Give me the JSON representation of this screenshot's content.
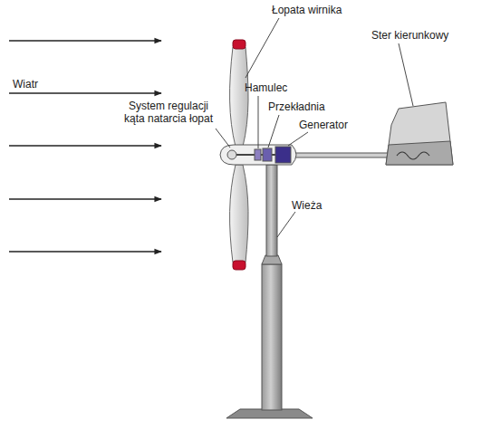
{
  "diagram": {
    "labels": [
      "Łopata wirnika",
      "Wiatr",
      "System regulacji kąta natarcia łopat",
      "Hamulec",
      "Przekładnia",
      "Generator",
      "Ster kierunkowy",
      "Wieża"
    ]
  }
}
